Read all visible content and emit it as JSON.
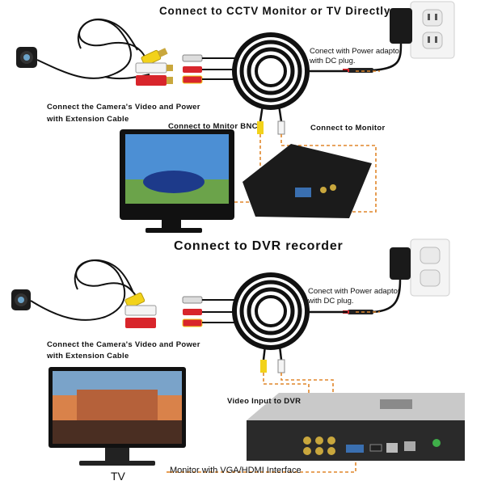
{
  "top": {
    "title": "Connect to CCTV Monitor or TV Directly",
    "power_note_1": "Conect with Power adaptor",
    "power_note_2": "with DC plug.",
    "camera_note_1": "Connect the Camera's Video and Power",
    "camera_note_2": "with Extension Cable",
    "bnc_note": "Connect to Mnitor BNC",
    "monitor_note": "Connect  to Monitor"
  },
  "bottom": {
    "title": "Connect to DVR recorder",
    "power_note_1": "Conect with Power adaptor",
    "power_note_2": "with DC plug.",
    "camera_note_1": "Connect the Camera's Video and Power",
    "camera_note_2": "with Extension Cable",
    "dvr_note": "Video Input to DVR",
    "monitor_note": "Monitor with VGA/HDMI Interface",
    "tv_label": "TV"
  },
  "colors": {
    "dashed_line": "#e0862a",
    "cable": "#111111",
    "rca_yellow": "#f2d21a",
    "rca_red": "#d8252b",
    "rca_white": "#f4f4f4"
  }
}
